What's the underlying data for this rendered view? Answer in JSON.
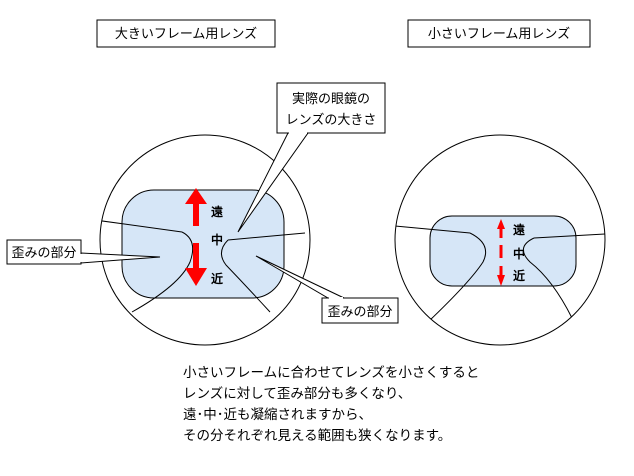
{
  "left_diagram": {
    "title": "大きいフレーム用レンズ",
    "callout_lines": [
      "実際の眼鏡の",
      "レンズの大きさ"
    ],
    "zone_far": "遠",
    "zone_mid": "中",
    "zone_near": "近",
    "distortion_label_left": "歪みの部分",
    "distortion_label_right": "歪みの部分"
  },
  "right_diagram": {
    "title": "小さいフレーム用レンズ",
    "zone_far": "遠",
    "zone_mid": "中",
    "zone_near": "近"
  },
  "caption": {
    "lines": [
      "小さいフレームに合わせてレンズを小さくすると",
      "レンズに対して歪み部分も多くなり、",
      "遠･中･近も凝縮されますから、",
      "その分それぞれ見える範囲も狭くなります。"
    ]
  },
  "colors": {
    "lens_fill": "#d6e6f7",
    "arrow": "#ff0000",
    "outline": "#000000"
  }
}
